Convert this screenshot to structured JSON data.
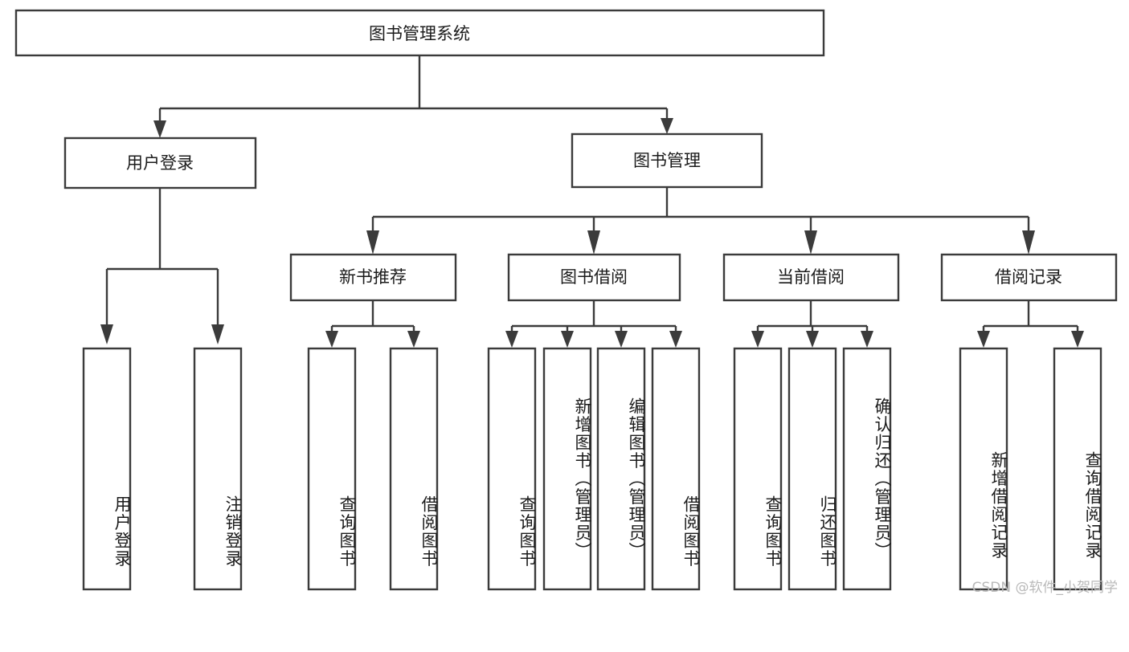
{
  "diagram": {
    "type": "tree-hierarchy",
    "title": "图书管理系统",
    "watermark": "CSDN @软件_小贺同学",
    "colors": {
      "background": "#ffffff",
      "box_stroke": "#3b3b3b",
      "box_fill": "#ffffff",
      "text": "#1b1b1b",
      "watermark": "#b9b9b9"
    },
    "levels": {
      "root": {
        "label": "图书管理系统"
      },
      "level2": [
        {
          "label": "用户登录"
        },
        {
          "label": "图书管理"
        }
      ],
      "level3": [
        {
          "label": "新书推荐"
        },
        {
          "label": "图书借阅"
        },
        {
          "label": "当前借阅"
        },
        {
          "label": "借阅记录"
        }
      ],
      "leaves": {
        "user_login": [
          {
            "label": "用户登录"
          },
          {
            "label": "注销登录"
          }
        ],
        "new_book_recommend": [
          {
            "label": "查询图书"
          },
          {
            "label": "借阅图书"
          }
        ],
        "book_borrow": [
          {
            "label": "查询图书"
          },
          {
            "label": "新增图书（管理员）"
          },
          {
            "label": "编辑图书（管理员）"
          },
          {
            "label": "借阅图书"
          }
        ],
        "current_borrow": [
          {
            "label": "查询图书"
          },
          {
            "label": "归还图书"
          },
          {
            "label": "确认归还（管理员）"
          }
        ],
        "borrow_record": [
          {
            "label": "新增借阅记录"
          },
          {
            "label": "查询借阅记录"
          }
        ]
      }
    }
  }
}
